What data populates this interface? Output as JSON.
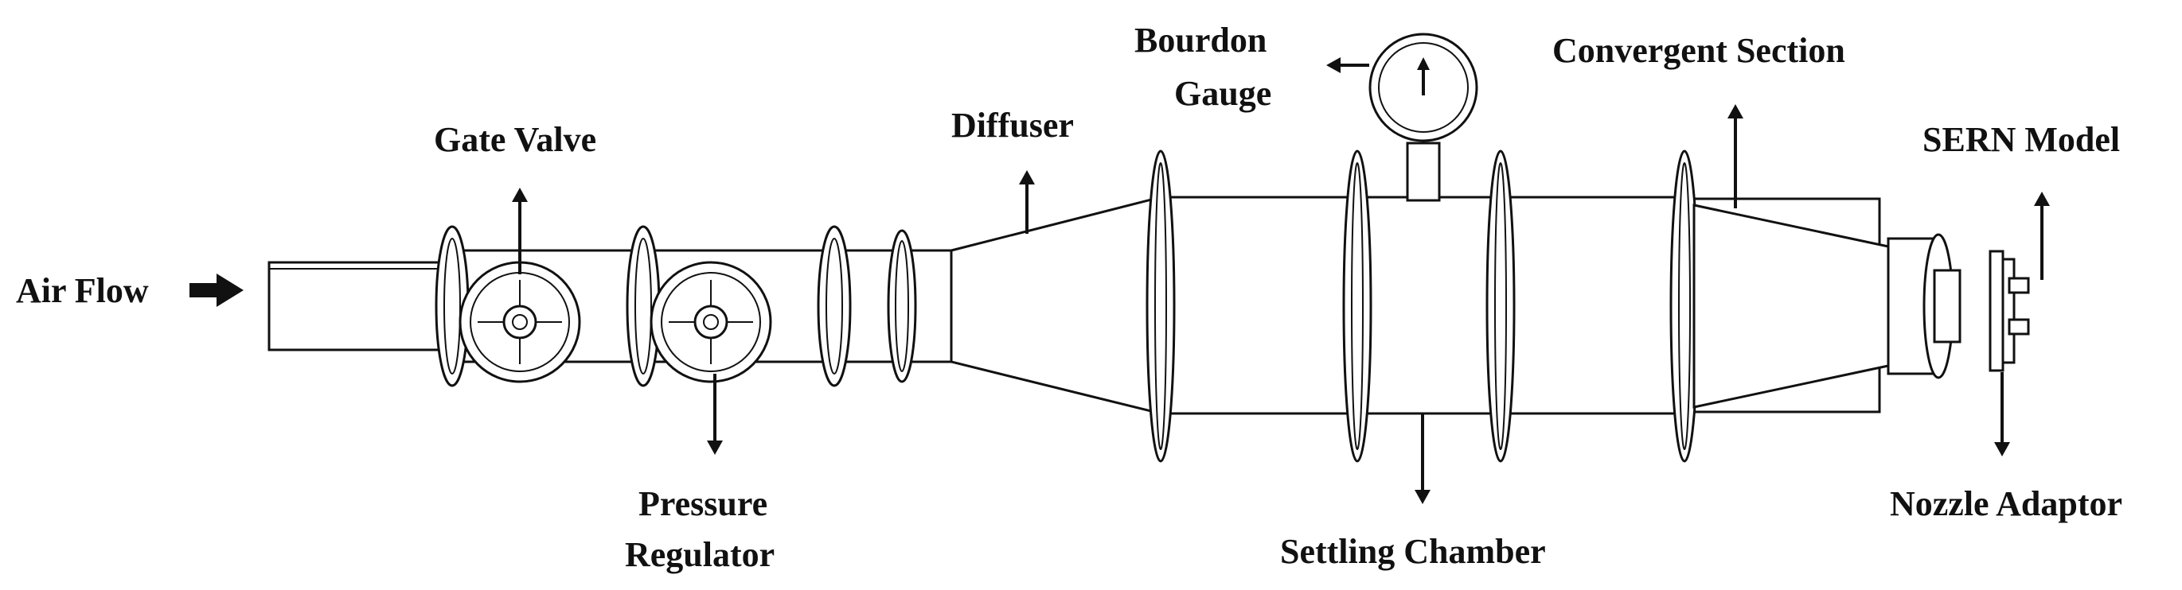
{
  "labels": {
    "air_flow": "Air Flow",
    "gate_valve": "Gate Valve",
    "pressure_line1": "Pressure",
    "pressure_line2": "Regulator",
    "diffuser": "Diffuser",
    "bourdon_line1": "Bourdon",
    "bourdon_line2": "Gauge",
    "settling_chamber": "Settling Chamber",
    "convergent_section": "Convergent Section",
    "sern_model": "SERN Model",
    "nozzle_adaptor": "Nozzle Adaptor"
  },
  "colors": {
    "line": "#111111",
    "fill": "#ffffff"
  }
}
